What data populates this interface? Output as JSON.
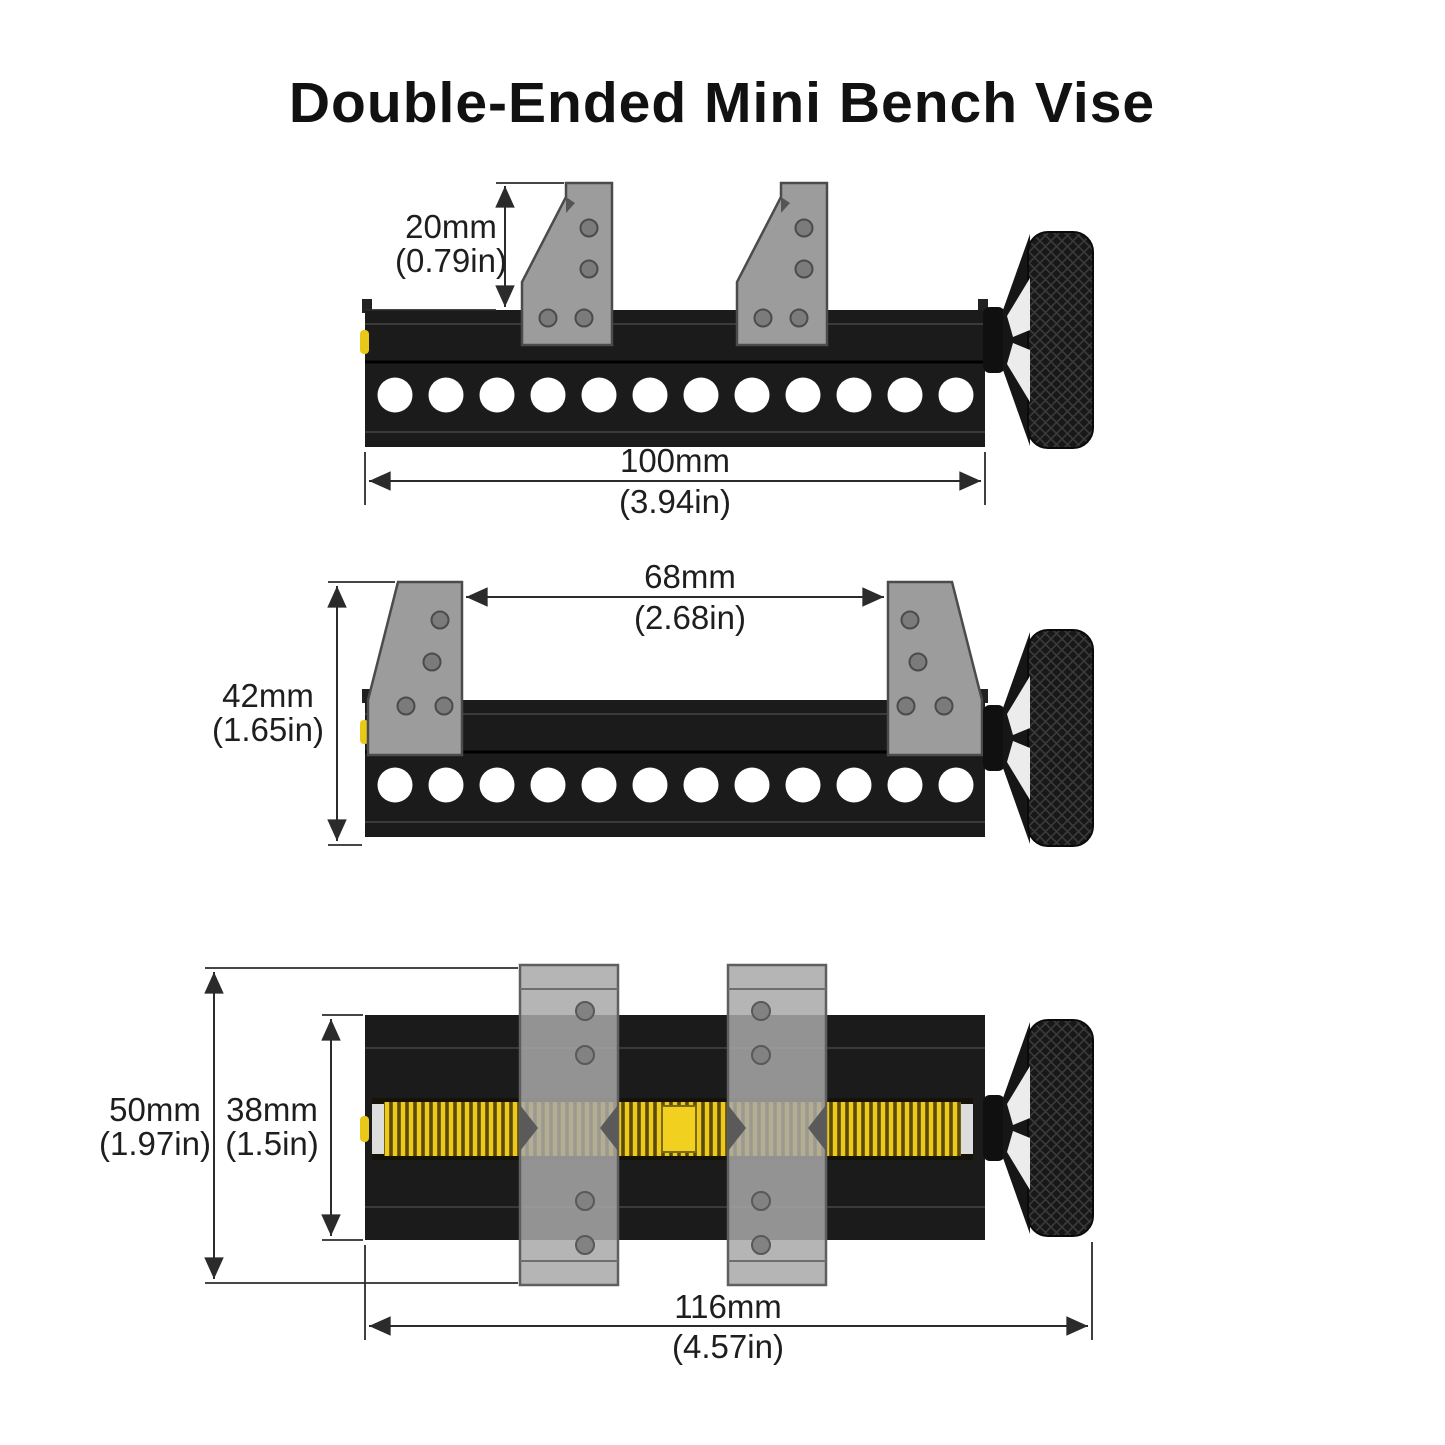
{
  "title": "Double-Ended Mini Bench Vise",
  "views": {
    "side_view": {
      "jaw_height": {
        "metric": "20mm",
        "imperial": "(0.79in)"
      },
      "body_length": {
        "metric": "100mm",
        "imperial": "(3.94in)"
      }
    },
    "front_view": {
      "jaw_opening": {
        "metric": "68mm",
        "imperial": "(2.68in)"
      },
      "overall_height": {
        "metric": "42mm",
        "imperial": "(1.65in)"
      }
    },
    "top_view": {
      "overall_width": {
        "metric": "50mm",
        "imperial": "(1.97in)"
      },
      "body_width": {
        "metric": "38mm",
        "imperial": "(1.5in)"
      },
      "overall_length": {
        "metric": "116mm",
        "imperial": "(4.57in)"
      }
    }
  },
  "colors": {
    "body": "#1b1b1b",
    "jaw": "#9c9c9c",
    "screw_thread": "#e8c818",
    "dimension_lines": "#2b2b2b",
    "background": "#ffffff"
  }
}
